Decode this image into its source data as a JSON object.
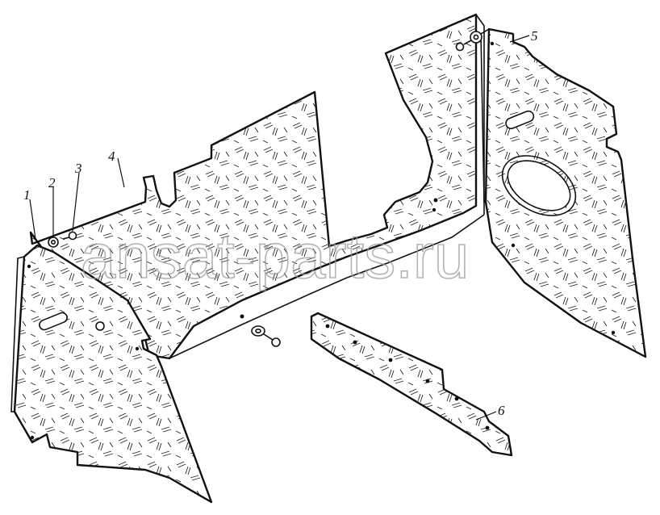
{
  "watermark": "ansat-parts.ru",
  "callouts": [
    {
      "id": "1",
      "label": "1"
    },
    {
      "id": "2",
      "label": "2"
    },
    {
      "id": "3",
      "label": "3"
    },
    {
      "id": "4",
      "label": "4"
    },
    {
      "id": "5",
      "label": "5"
    },
    {
      "id": "6",
      "label": "6"
    }
  ]
}
